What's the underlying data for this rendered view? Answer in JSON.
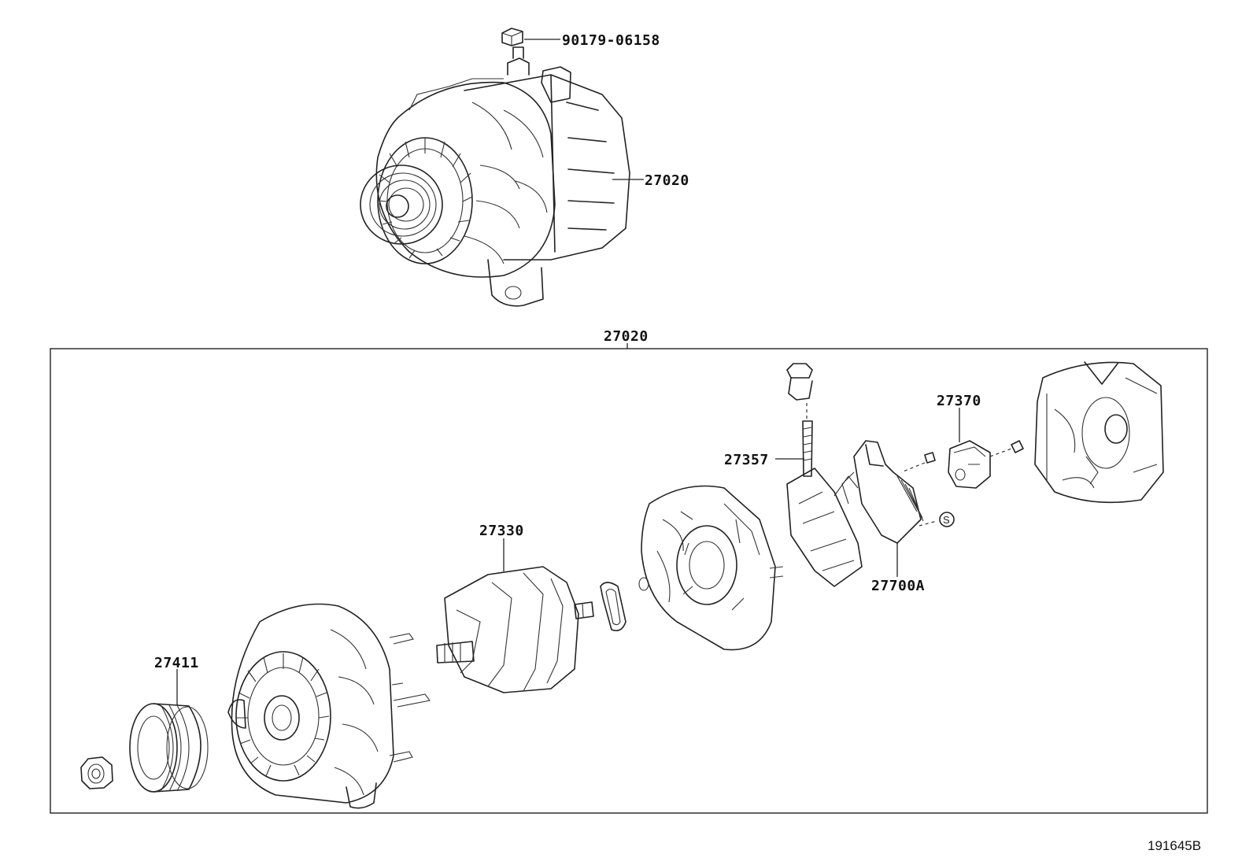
{
  "diagram": {
    "callouts": {
      "bolt_top": "90179-06158",
      "alternator_assy_top": "27020",
      "alternator_assy_group": "27020",
      "rotor": "27330",
      "terminal_insulator": "27357",
      "regulator": "27700A",
      "brush_holder": "27370",
      "pulley": "27411"
    },
    "lubricant_symbol": "S",
    "figure_code": "191645B"
  }
}
